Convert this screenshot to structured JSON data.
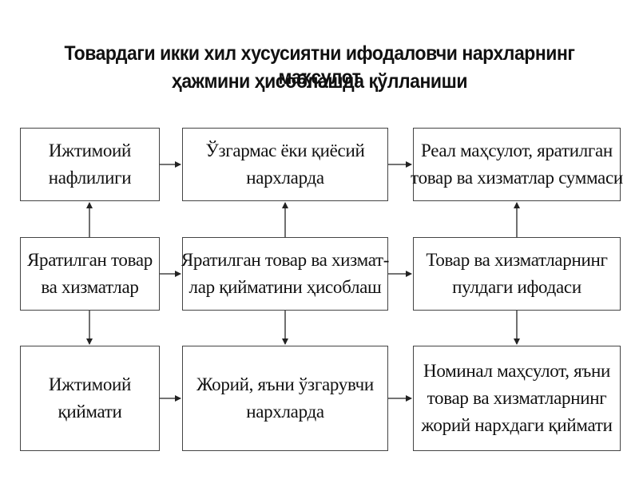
{
  "title": {
    "line1": "Товардаги икки хил хусусиятни ифодаловчи нархларнинг маҳсулот",
    "line2": "ҳажмини ҳисоблашда қўлланиши"
  },
  "boxes": {
    "social_utility": [
      "Ижтимоий",
      "нафлилиги"
    ],
    "constant_prices": [
      "Ўзгармас ёки қиёсий",
      "нархларда"
    ],
    "real_product": [
      "Реал маҳсулот, яратилган",
      "товар ва хизматлар суммаси"
    ],
    "created_goods": [
      "Яратилган товар",
      "ва хизматлар"
    ],
    "value_calculation": [
      "Яратилган товар ва хизмат-",
      "лар қийматини ҳисоблаш"
    ],
    "monetary_expression": [
      "Товар ва хизматларнинг",
      "пулдаги ифодаси"
    ],
    "social_value": [
      "Ижтимоий",
      "қиймати"
    ],
    "current_prices": [
      "Жорий, яъни ўзгарувчи",
      "нархларда"
    ],
    "nominal_product": [
      "Номинал маҳсулот, яъни",
      "товар ва хизматларнинг",
      "жорий нархдаги қиймати"
    ]
  },
  "colors": {
    "border": "#444444",
    "arrow": "#222222",
    "text": "#111111"
  }
}
